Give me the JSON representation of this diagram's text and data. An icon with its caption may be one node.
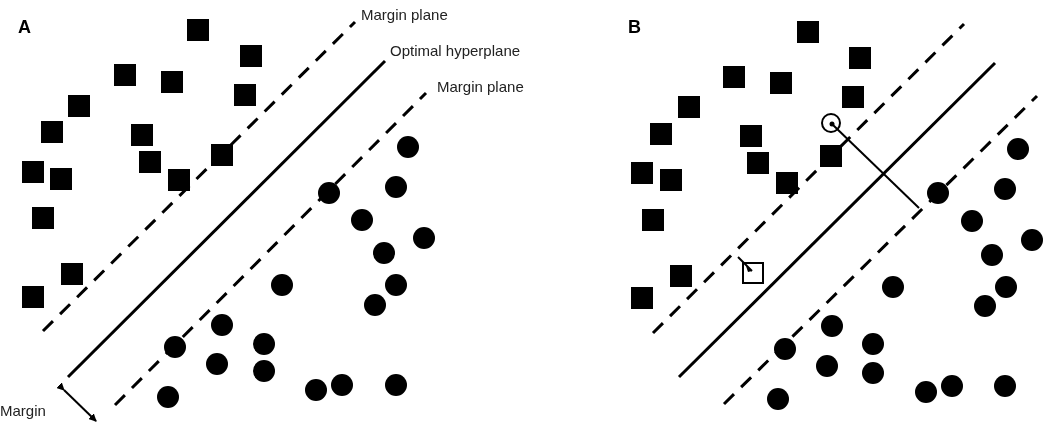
{
  "diagram": {
    "labels": [
      "A",
      "Margin plane",
      "Optimal hyperplane",
      "Margin plane",
      "Margin",
      "B"
    ]
  }
}
